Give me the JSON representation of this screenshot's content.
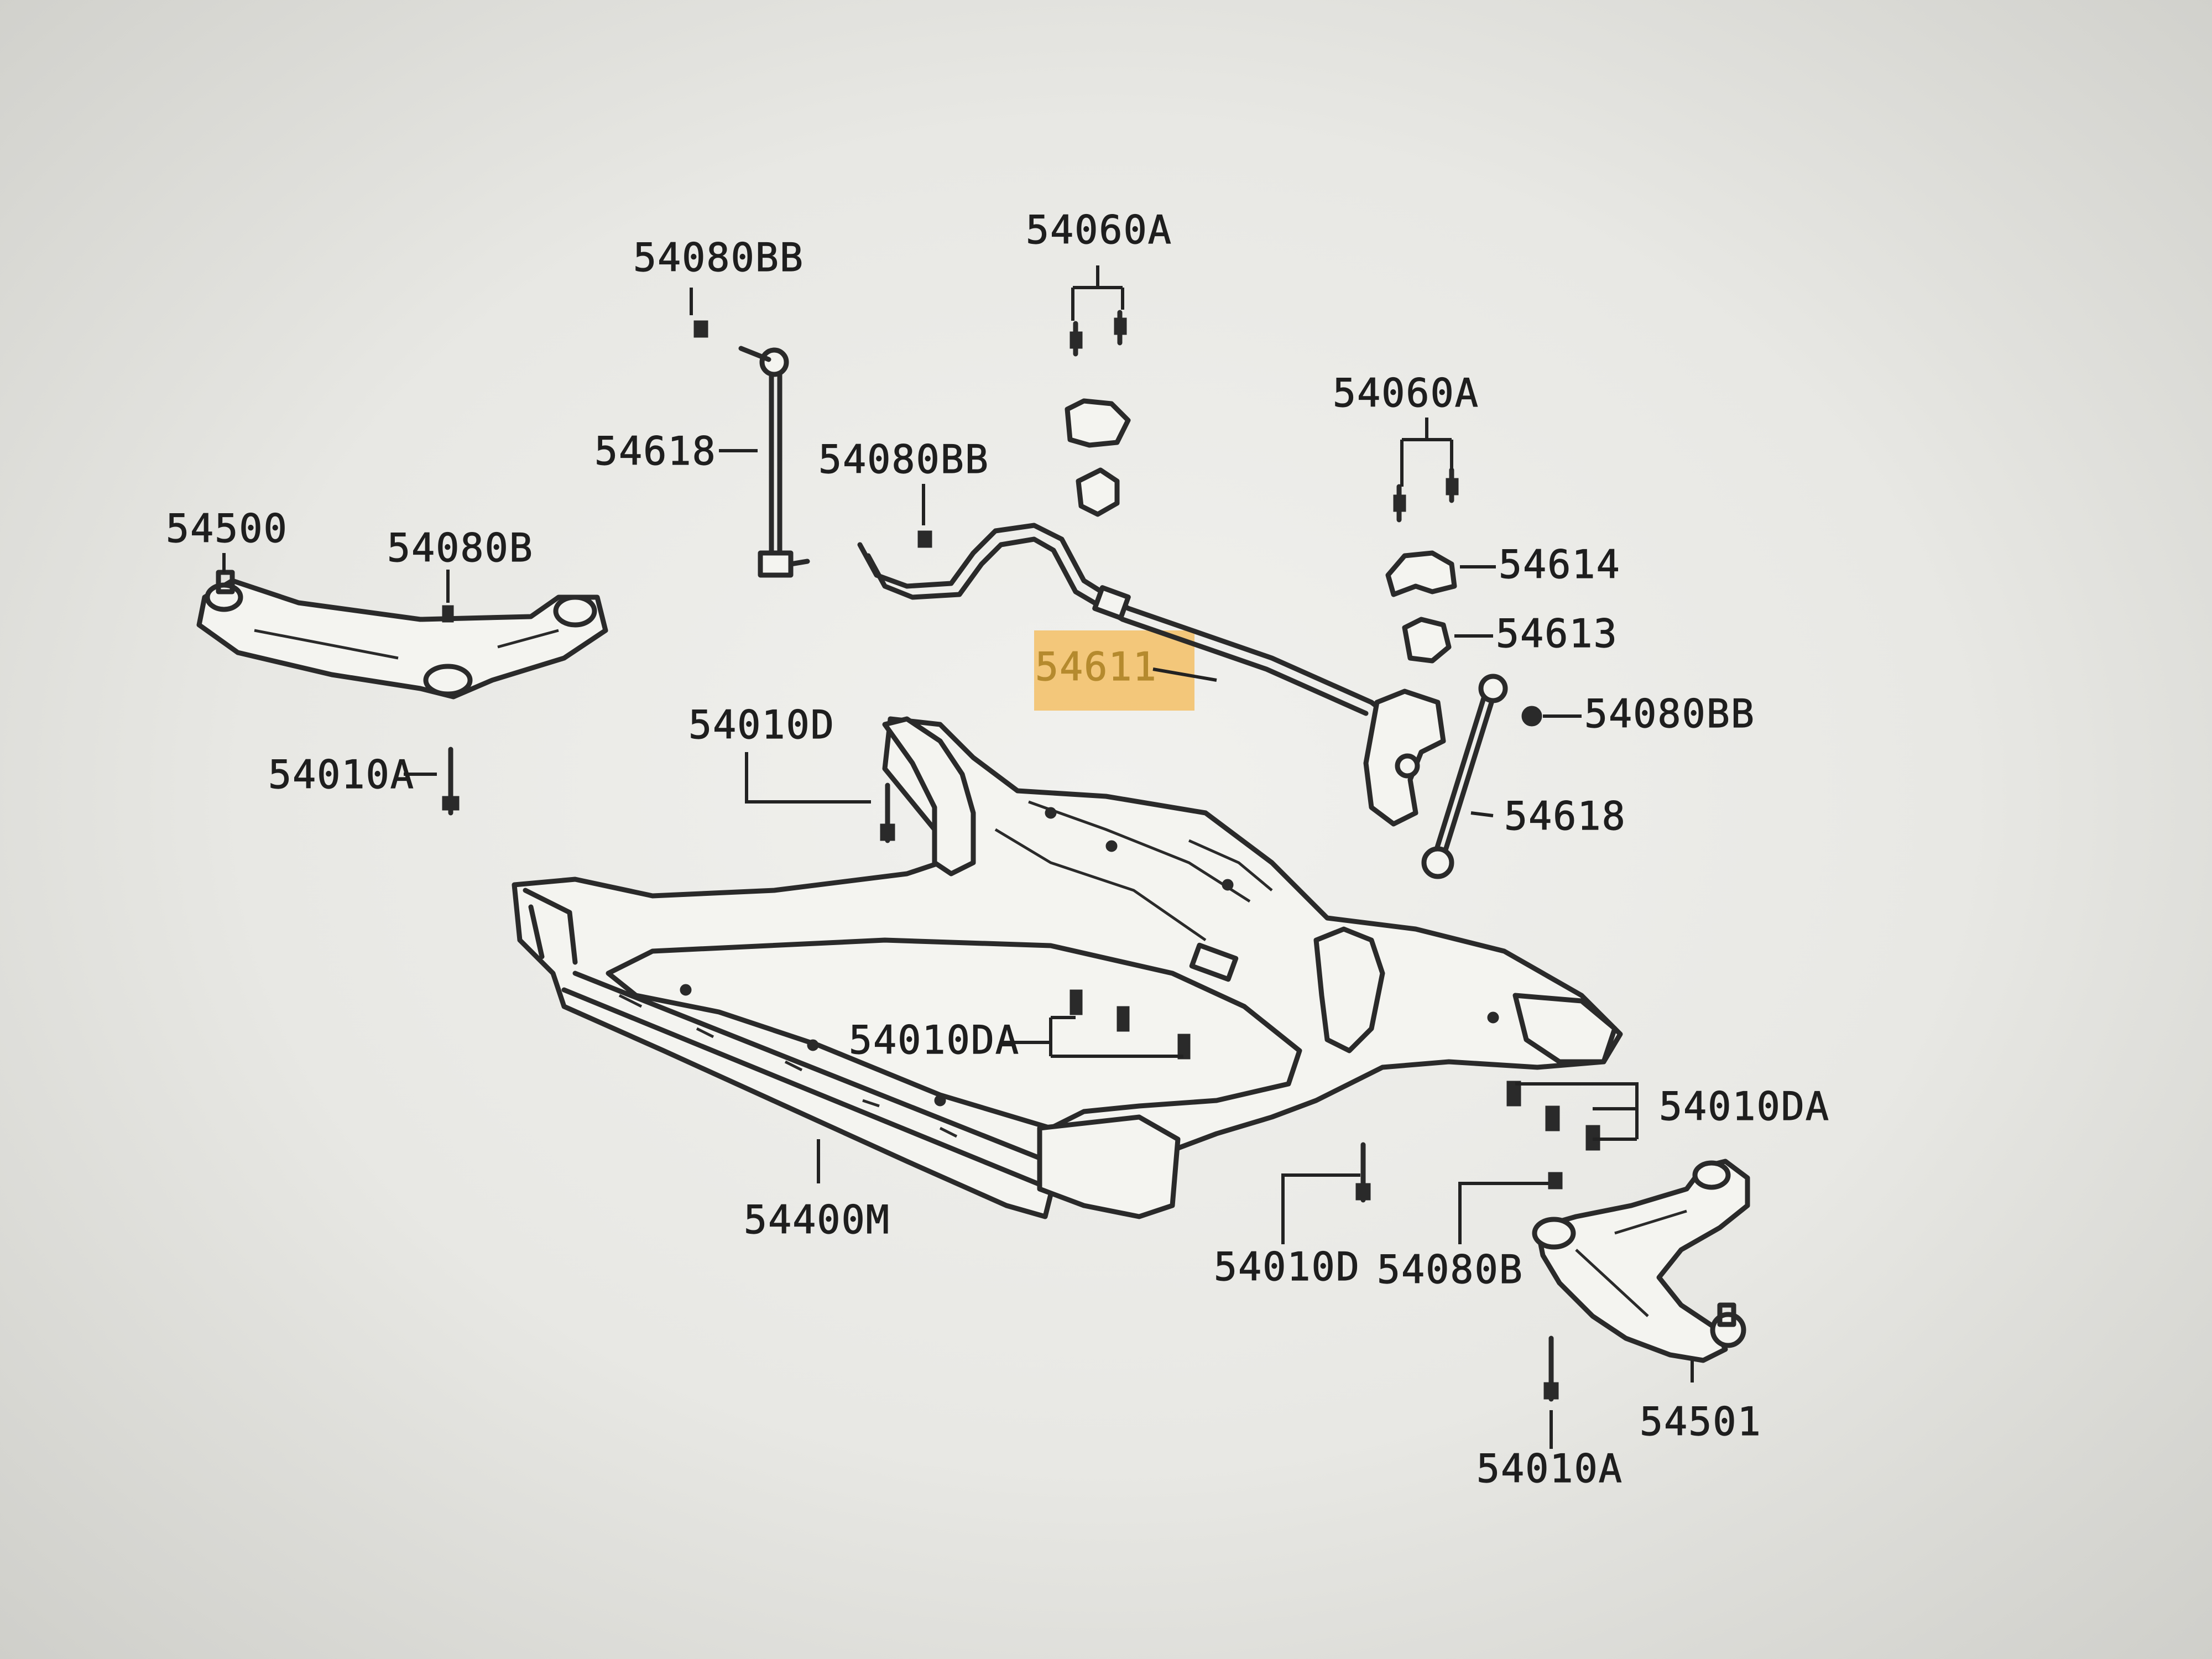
{
  "diagram": {
    "highlight_color": "#f3c066",
    "line_color": "#2a2a2a",
    "callouts": {
      "c1": "54080BB",
      "c2": "54060A",
      "c3": "54618",
      "c4": "54080BB",
      "c5": "54500",
      "c6": "54080B",
      "c7": "54060A",
      "c8": "54614",
      "c9": "54613",
      "c10": "54611",
      "c11": "54080BB",
      "c12": "54010D",
      "c13": "54010A",
      "c14": "54618",
      "c15": "54010DA",
      "c16": "54010DA",
      "c17": "54400M",
      "c18": "54010D",
      "c19": "54080B",
      "c20": "54501",
      "c21": "54010A"
    }
  }
}
